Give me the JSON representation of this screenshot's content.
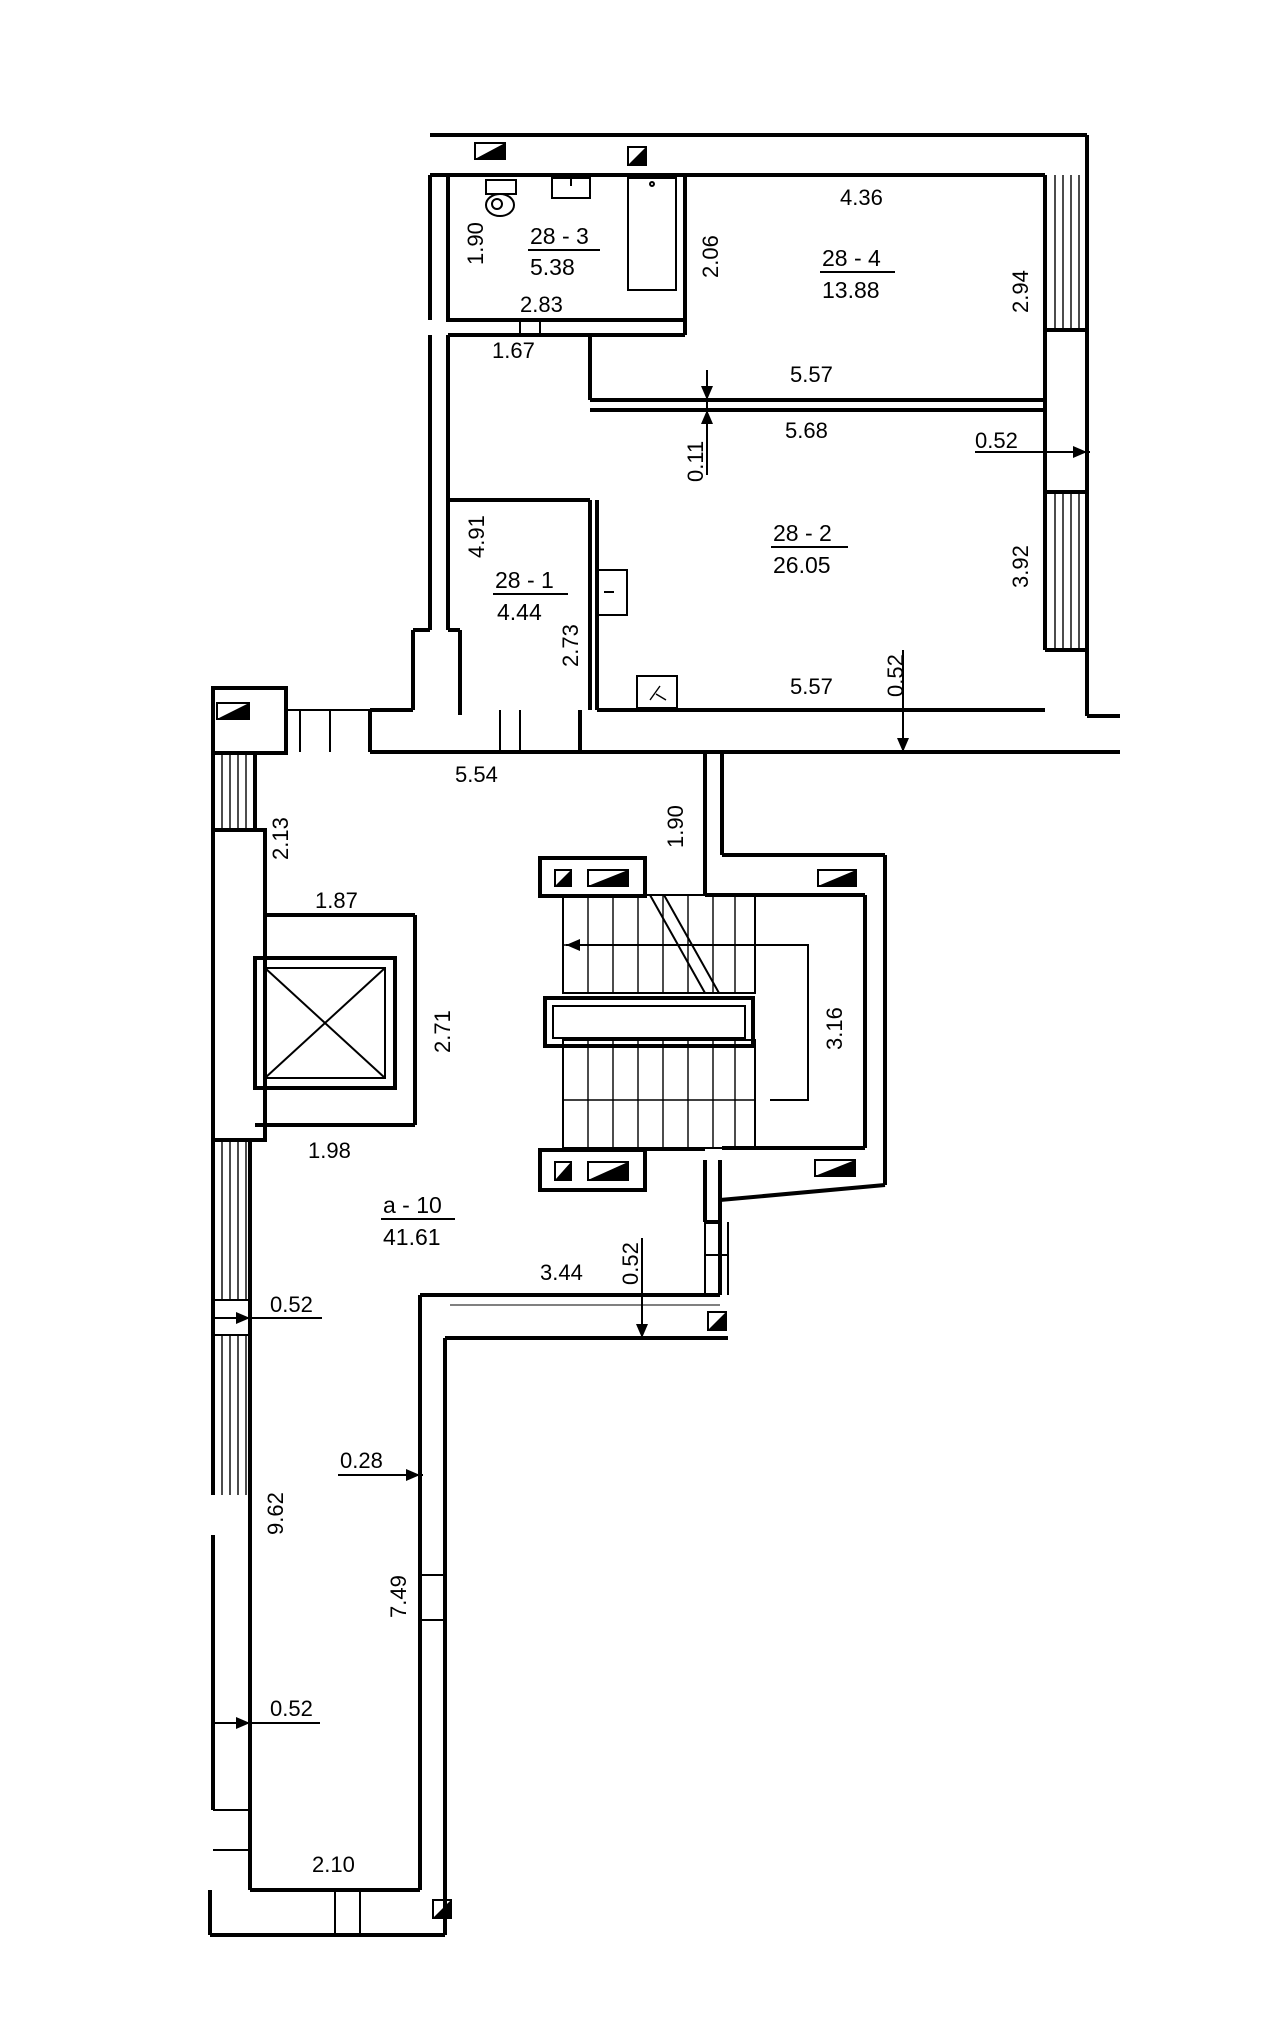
{
  "rooms": {
    "r28_3": {
      "id": "28 - 3",
      "area": "5.38"
    },
    "r28_4": {
      "id": "28 - 4",
      "area": "13.88"
    },
    "r28_2": {
      "id": "28 - 2",
      "area": "26.05"
    },
    "r28_1": {
      "id": "28 - 1",
      "area": "4.44"
    },
    "ra10": {
      "id": "a - 10",
      "area": "41.61"
    }
  },
  "dims": {
    "d_436": "4.36",
    "d_190_bath": "1.90",
    "d_206": "2.06",
    "d_294": "2.94",
    "d_283": "2.83",
    "d_167": "1.67",
    "d_557_top": "5.57",
    "d_568": "5.68",
    "d_011": "0.11",
    "d_052_right": "0.52",
    "d_491": "4.91",
    "d_392": "3.92",
    "d_273": "2.73",
    "d_557_bottom": "5.57",
    "d_052_mid": "0.52",
    "d_554": "5.54",
    "d_190_hall": "1.90",
    "d_213": "2.13",
    "d_187": "1.87",
    "d_271": "2.71",
    "d_316": "3.16",
    "d_198": "1.98",
    "d_344": "3.44",
    "d_052_low": "0.52",
    "d_052_left": "0.52",
    "d_028": "0.28",
    "d_962": "9.62",
    "d_749": "7.49",
    "d_052_bottom": "0.52",
    "d_210": "2.10"
  }
}
